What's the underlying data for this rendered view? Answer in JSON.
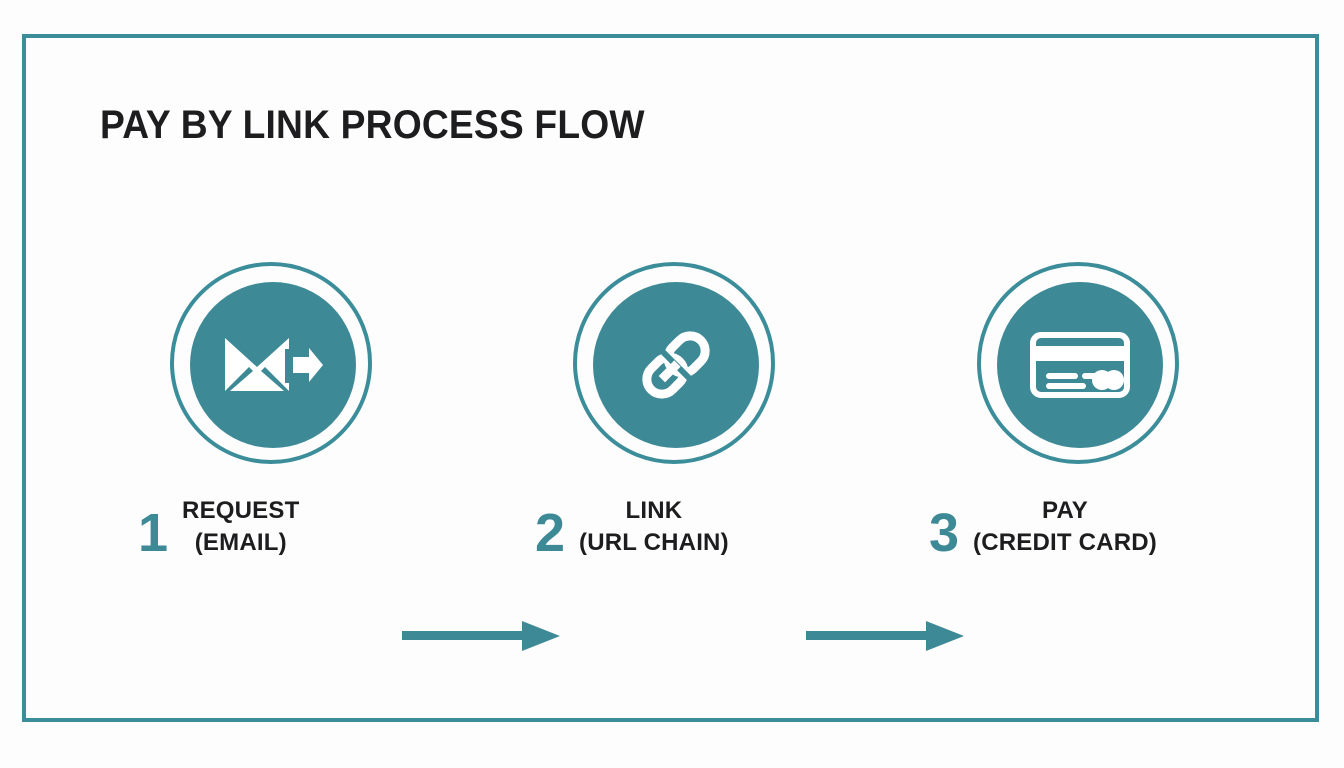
{
  "page": {
    "background_color": "#fdfdfd",
    "frame_color": "#3b8d9a"
  },
  "title": "PAY BY LINK PROCESS FLOW",
  "colors": {
    "teal": "#3d8a96",
    "teal_border": "#3b8d9a",
    "text_dark": "#1d1d1f",
    "white": "#ffffff"
  },
  "steps": [
    {
      "number": "1",
      "icon": "envelope-send-icon",
      "label_line1": "REQUEST",
      "label_line2": "(EMAIL)"
    },
    {
      "number": "2",
      "icon": "chain-link-icon",
      "label_line1": "LINK",
      "label_line2": "(URL CHAIN)"
    },
    {
      "number": "3",
      "icon": "credit-card-icon",
      "label_line1": "PAY",
      "label_line2": "(CREDIT CARD)"
    }
  ],
  "connectors": [
    {
      "name": "arrow-step1-to-step2",
      "direction": "right"
    },
    {
      "name": "arrow-step2-to-step3",
      "direction": "right"
    }
  ]
}
